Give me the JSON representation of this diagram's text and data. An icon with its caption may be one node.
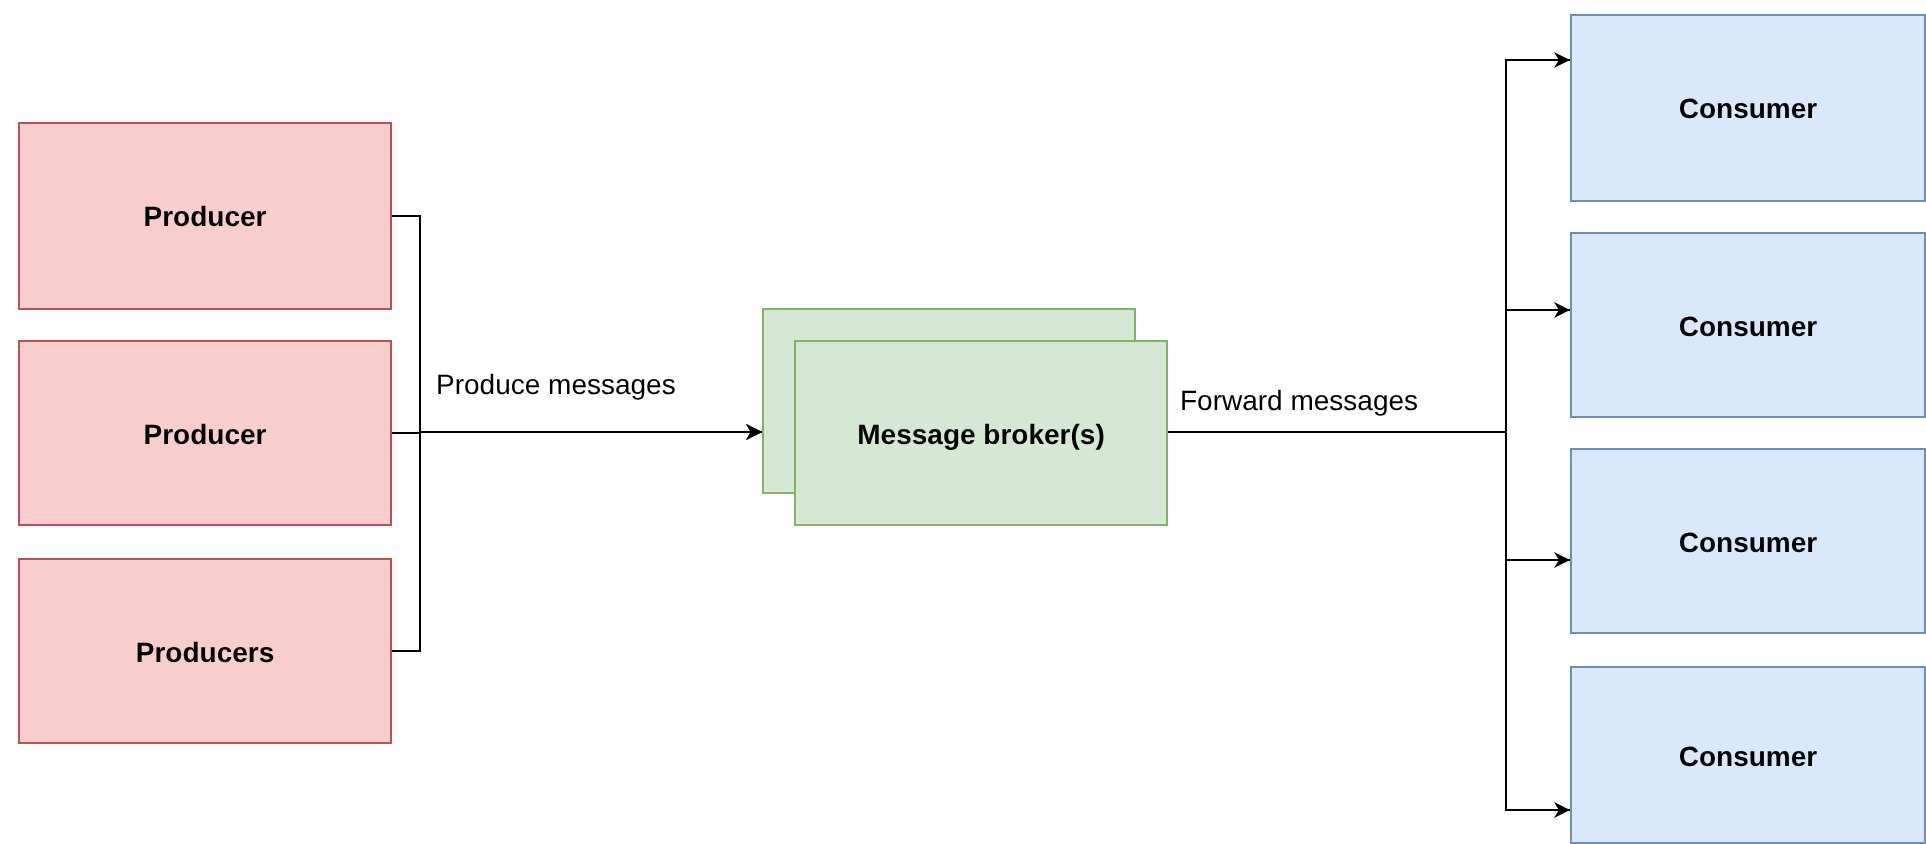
{
  "diagram": {
    "nodes": [
      {
        "text": [
          "Producer"
        ]
      },
      {
        "text": [
          "Producer"
        ]
      },
      {
        "text": [
          "Producers"
        ]
      },
      {
        "text": [
          "Message broker(s)"
        ]
      },
      {
        "text": [
          "Consumer"
        ]
      },
      {
        "text": [
          "Consumer"
        ]
      },
      {
        "text": [
          "Consumer"
        ]
      },
      {
        "text": [
          "Consumer"
        ]
      }
    ],
    "edges": [
      {
        "from": 0,
        "to": 3,
        "arrow": "to"
      },
      {
        "from": 1,
        "to": 3,
        "arrow": "to",
        "label": "Produce messages"
      },
      {
        "from": 2,
        "to": 3,
        "arrow": "to"
      },
      {
        "from": 3,
        "to": 4,
        "arrow": "to"
      },
      {
        "from": 3,
        "to": 5,
        "arrow": "to",
        "label": "Forward messages"
      },
      {
        "from": 3,
        "to": 6,
        "arrow": "to"
      },
      {
        "from": 3,
        "to": 7,
        "arrow": "to"
      }
    ]
  }
}
